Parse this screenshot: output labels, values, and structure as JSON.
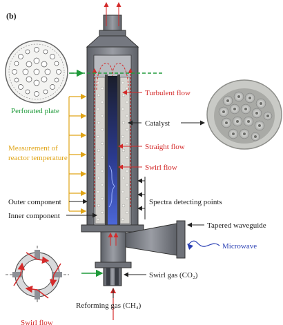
{
  "panel_label": "(b)",
  "labels": {
    "perforated_plate": "Perforated plate",
    "turbulent_flow": "Turbulent flow",
    "catalyst": "Catalyst",
    "measurement_line1": "Measurement of",
    "measurement_line2": "reactor temperature",
    "straight_flow": "Straight flow",
    "swirl_flow": "Swirl flow",
    "outer_component": "Outer component",
    "spectra_points": "Spectra detecting points",
    "inner_component": "Inner component",
    "tapered_waveguide": "Tapered waveguide",
    "microwave": "Microwave",
    "swirl_gas": "Swirl gas (CO₂)",
    "reforming_gas": "Reforming gas (CH₄)",
    "swirl_flow_bottom": "Swirl flow"
  },
  "colors": {
    "red": "#d42a2a",
    "yellow": "#e0a416",
    "green": "#1f9a3a",
    "blue": "#2a3fb4",
    "reactor_gray": "#7c7f86"
  }
}
